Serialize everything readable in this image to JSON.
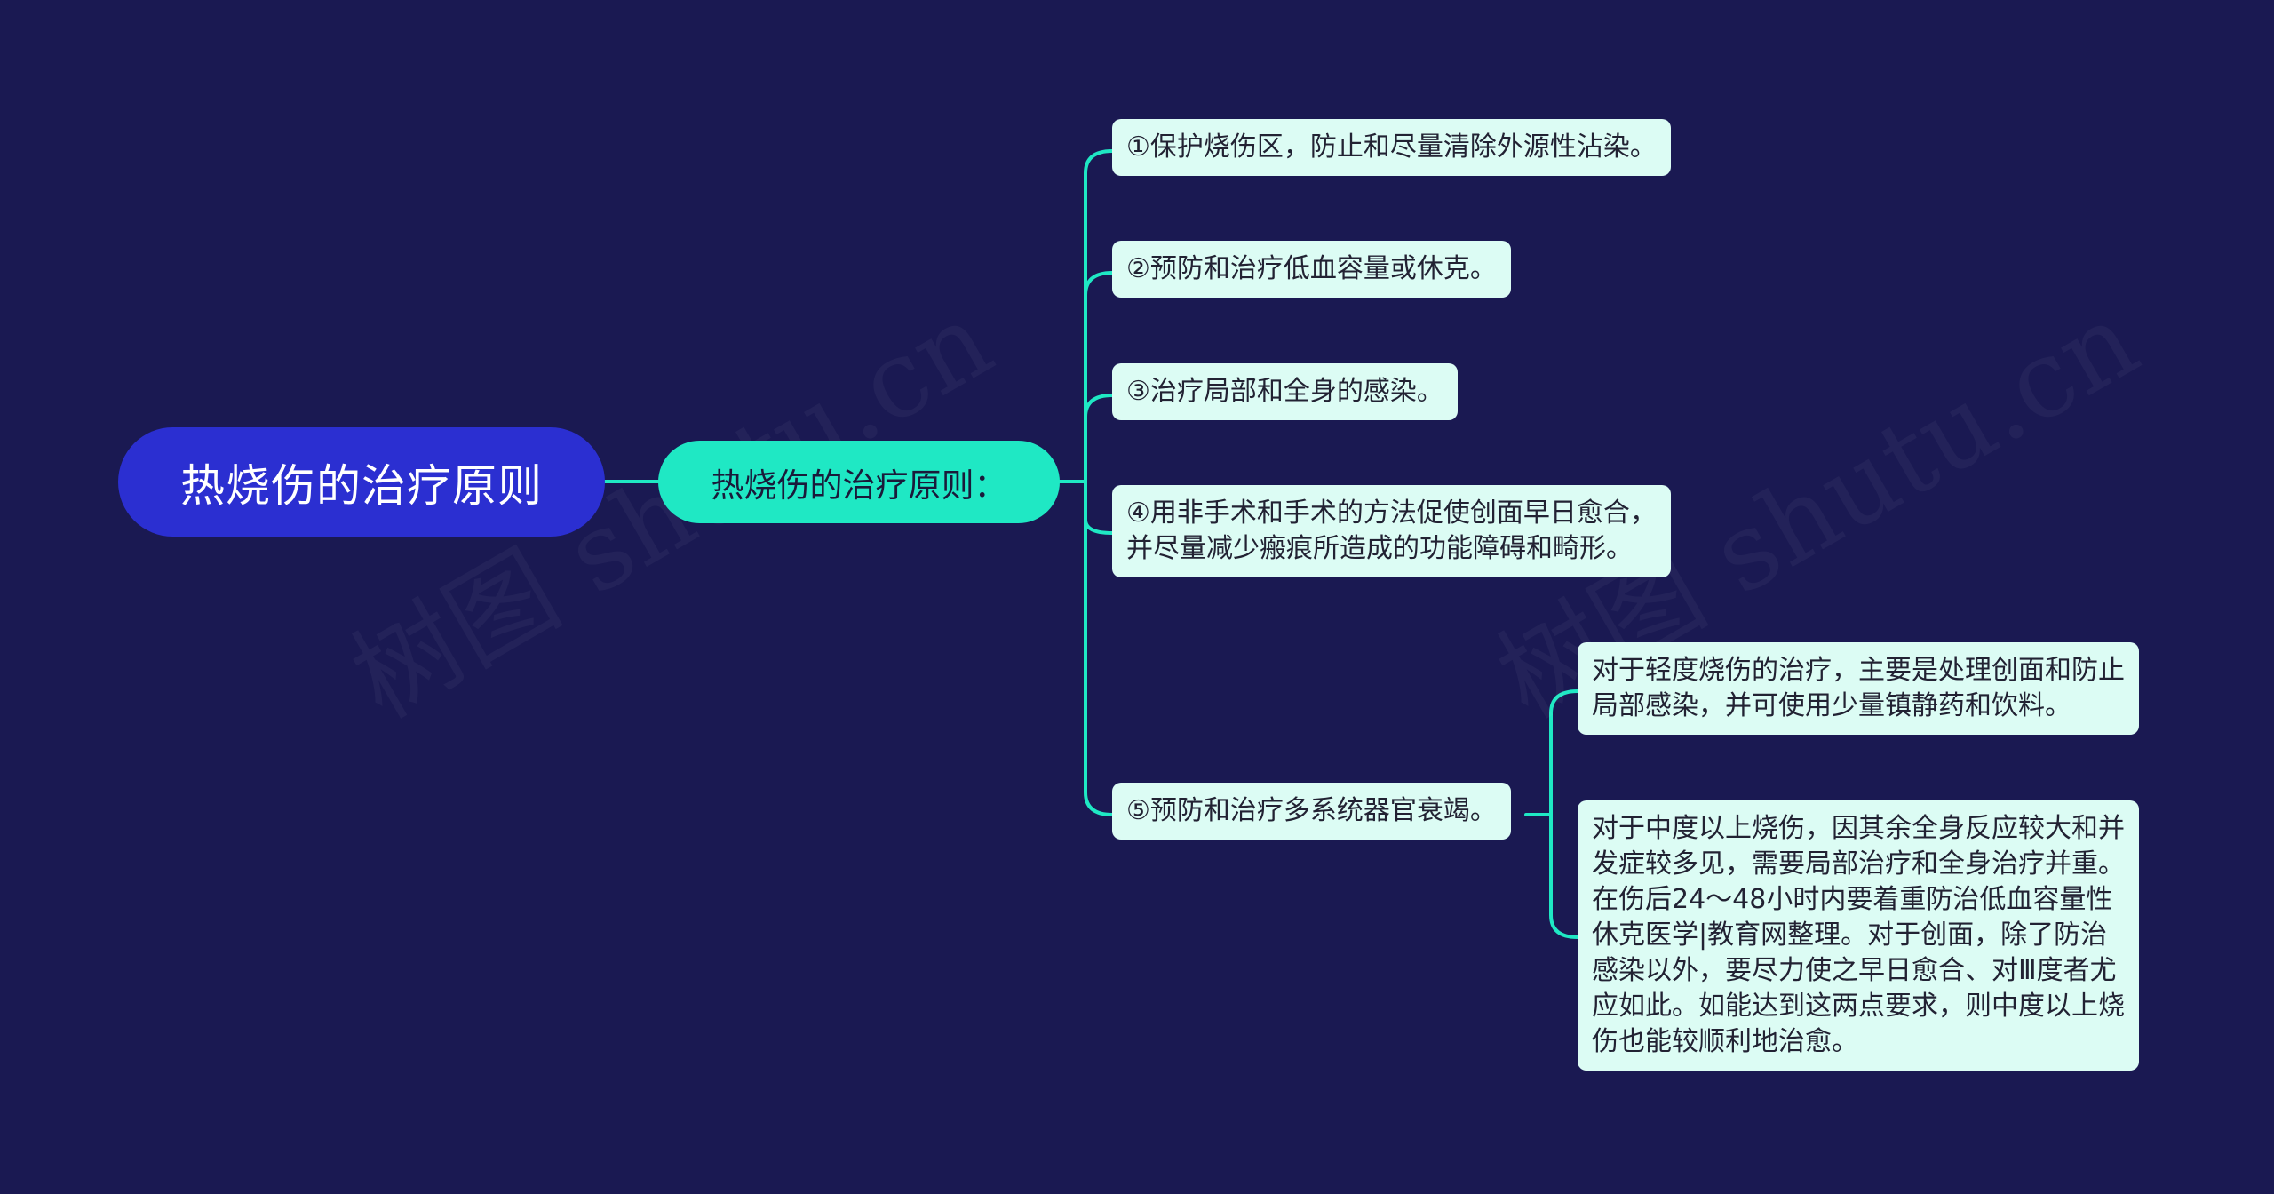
{
  "root": {
    "label": "热烧伤的治疗原则"
  },
  "hub": {
    "label": "热烧伤的治疗原则："
  },
  "items": [
    {
      "lines": [
        "①保护烧伤区，防止和尽量清除外源性沾染。"
      ]
    },
    {
      "lines": [
        "②预防和治疗低血容量或休克。"
      ]
    },
    {
      "lines": [
        "③治疗局部和全身的感染。"
      ]
    },
    {
      "lines": [
        "④用非手术和手术的方法促使创面早日愈合，",
        "并尽量减少瘢痕所造成的功能障碍和畸形。"
      ]
    },
    {
      "lines": [
        "⑤预防和治疗多系统器官衰竭。"
      ]
    }
  ],
  "subitems": [
    {
      "lines": [
        "对于轻度烧伤的治疗，主要是处理创面和防止",
        "局部感染，并可使用少量镇静药和饮料。"
      ]
    },
    {
      "lines": [
        "对于中度以上烧伤，因其余全身反应较大和并",
        "发症较多见，需要局部治疗和全身治疗并重。",
        "在伤后24～48小时内要着重防治低血容量性",
        "休克医学|教育网整理。对于创面，除了防治",
        "感染以外，要尽力使之早日愈合、对Ⅲ度者尤",
        "应如此。如能达到这两点要求，则中度以上烧",
        "伤也能较顺利地治愈。"
      ]
    }
  ],
  "watermark": {
    "text": "树图 shutu.cn"
  },
  "colors": {
    "background": "#1a1952",
    "root_fill": "#2b2fd1",
    "hub_fill": "#1fe8c4",
    "leaf_fill": "#dcfcf4",
    "connector": "#1fe8c4"
  }
}
